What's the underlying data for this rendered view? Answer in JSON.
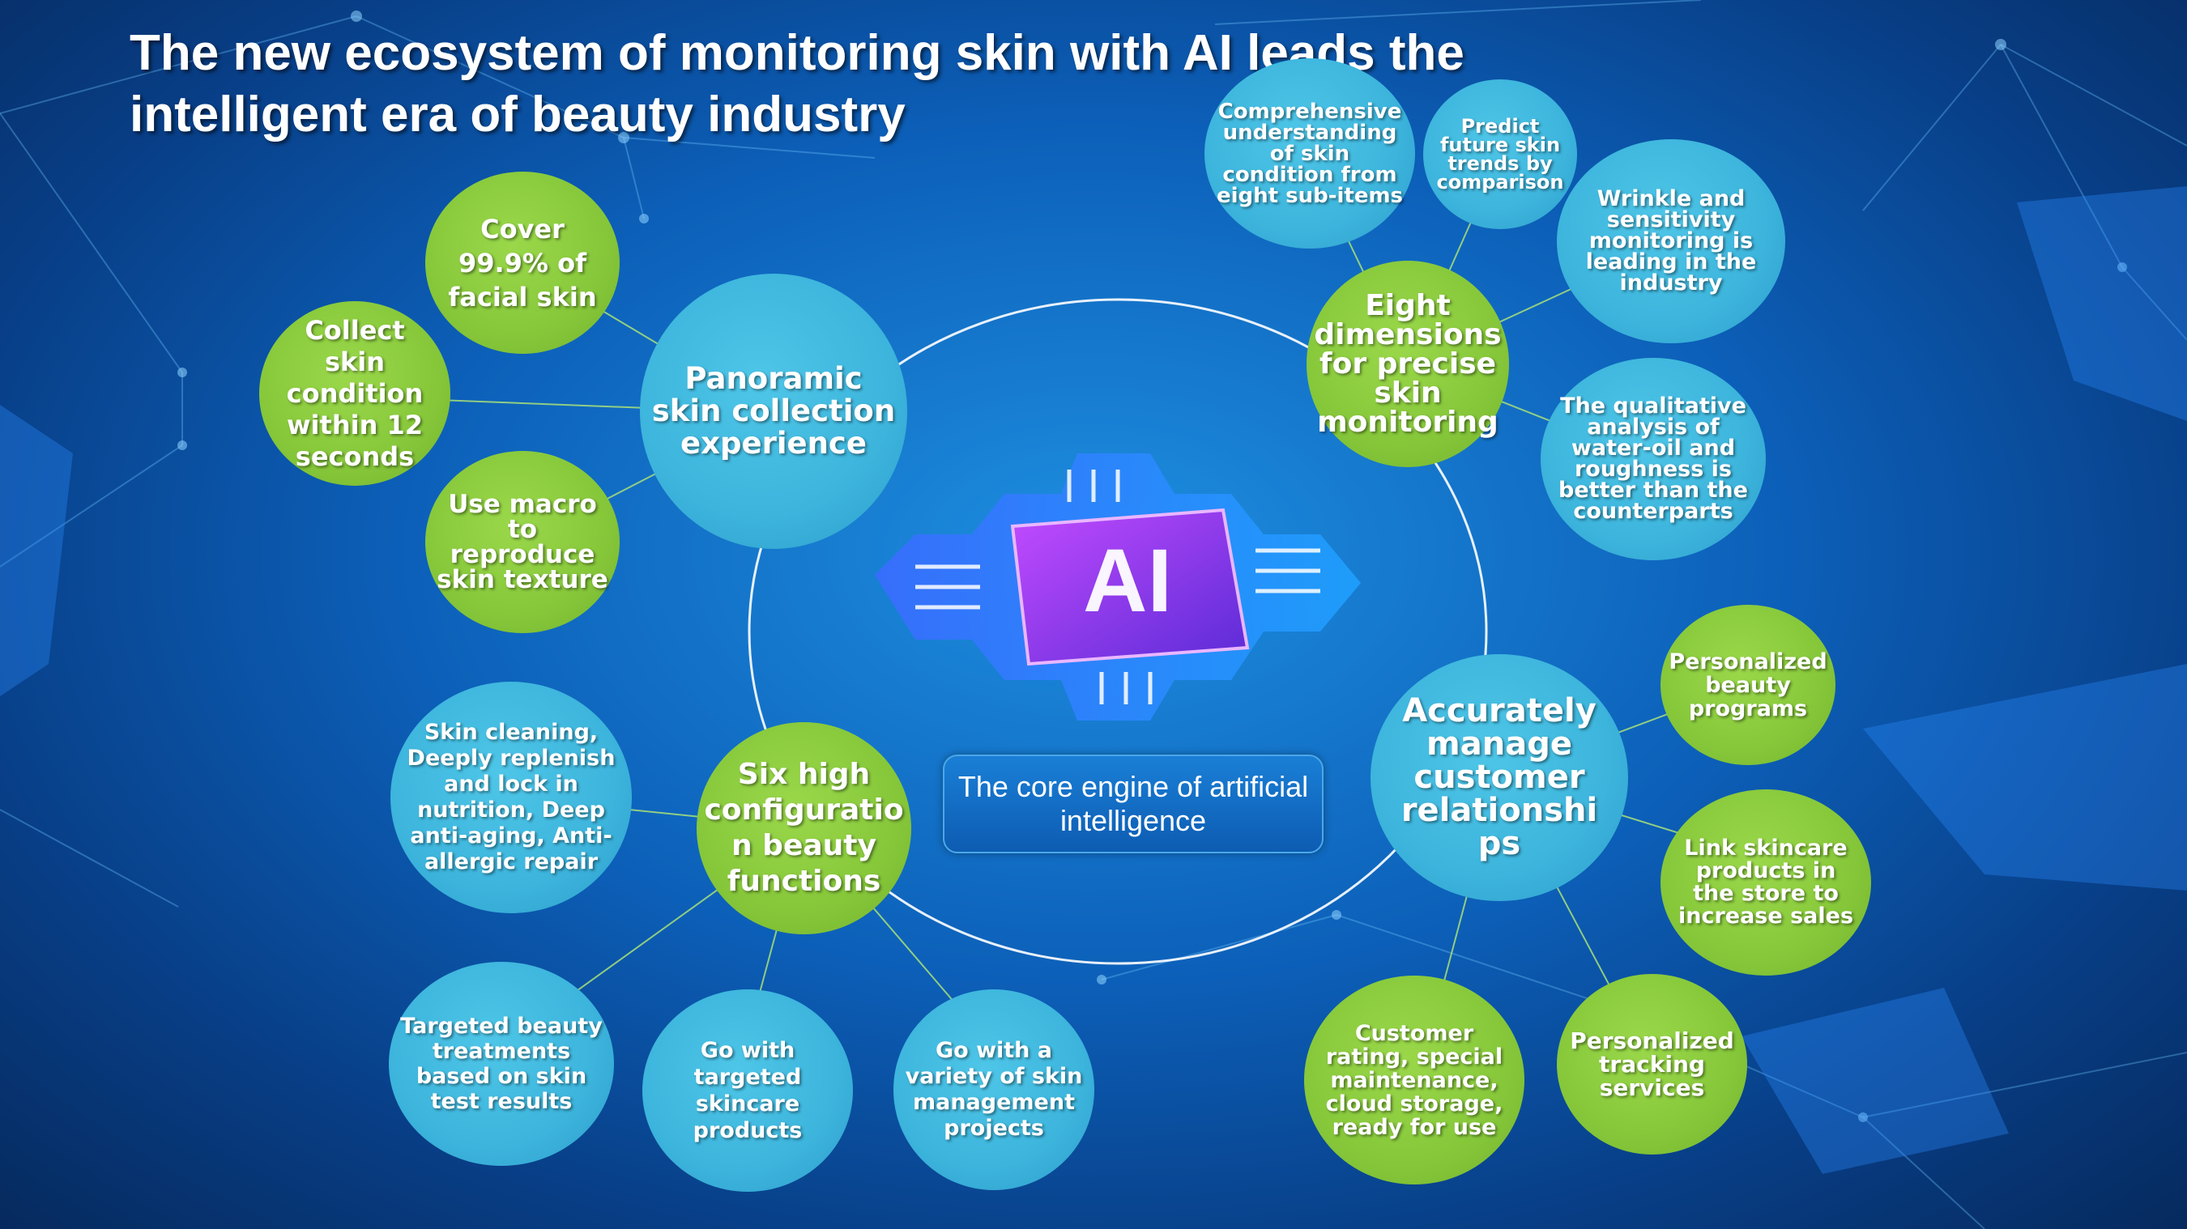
{
  "title": {
    "line1": "The new ecosystem of monitoring skin with AI leads the",
    "line2": "intelligent era of beauty industry"
  },
  "center": {
    "ai_label": "AI",
    "engine_label": "The core engine of artificial intelligence"
  },
  "hubs": {
    "panoramic": "Panoramic skin collection experience",
    "eight": "Eight dimensions for precise skin monitoring",
    "six": "Six high configuratio n beauty functions",
    "crm": "Accurately manage customer relationshi ps"
  },
  "leaves": {
    "cover": "Cover 99.9% of facial skin",
    "collect": "Collect skin condition within 12 seconds",
    "macro": "Use macro to reproduce skin texture",
    "comprehensive": "Comprehensive understanding of skin condition from eight sub-items",
    "predict": "Predict future skin trends by comparison",
    "wrinkle": "Wrinkle and sensitivity monitoring is leading in the industry",
    "qualitative": "The qualitative analysis of water-oil and roughness is better than the counterparts",
    "cleaning": "Skin cleaning, Deeply replenish and lock in nutrition, Deep anti-aging, Anti-allergic repair",
    "targeted": "Targeted beauty treatments based on skin test results",
    "go_products": "Go with targeted skincare products",
    "go_variety": "Go with a variety of skin management projects",
    "personalized_programs": "Personalized beauty programs",
    "link": "Link skincare products in the store to increase sales",
    "rating": "Customer rating, special maintenance, cloud storage, ready for use",
    "tracking": "Personalized tracking services"
  },
  "colors": {
    "hub_blue": "#3cb4dc",
    "leaf_green": "#86c73a",
    "background": "#0c5fb8"
  }
}
